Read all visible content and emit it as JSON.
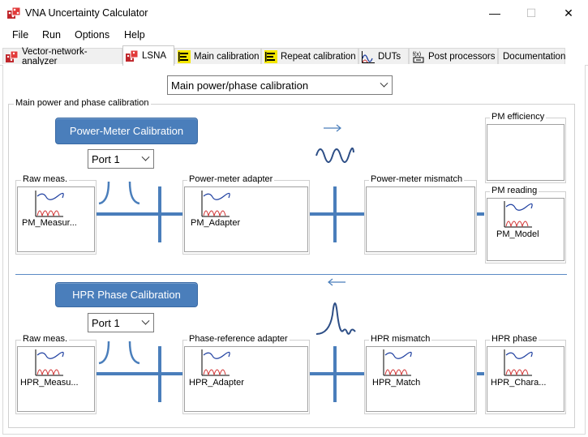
{
  "window": {
    "title": "VNA Uncertainty Calculator",
    "minimize_label": "—",
    "maximize_label": "☐",
    "close_label": "✕"
  },
  "menu": [
    "File",
    "Run",
    "Options",
    "Help"
  ],
  "tabs": [
    {
      "label": "Vector-network-analyzer",
      "icon": "vna-icon",
      "active": false
    },
    {
      "label": "LSNA",
      "icon": "lsna-icon",
      "active": true
    },
    {
      "label": "Main calibration",
      "icon": "calibration-icon",
      "active": false
    },
    {
      "label": "Repeat calibration",
      "icon": "repeat-calibration-icon",
      "active": false
    },
    {
      "label": "DUTs",
      "icon": "dut-icon",
      "active": false
    },
    {
      "label": "Post processors",
      "icon": "post-processor-icon",
      "active": false
    },
    {
      "label": "Documentation",
      "icon": "",
      "active": false
    }
  ],
  "calibration_select": {
    "value": "Main power/phase calibration"
  },
  "group": {
    "label": "Main power and phase calibration"
  },
  "power": {
    "button": "Power-Meter Calibration",
    "port_select": "Port 1",
    "raw": {
      "label": "Raw meas.",
      "card": "PM_Measur..."
    },
    "adapter": {
      "label": "Power-meter adapter",
      "card": "PM_Adapter"
    },
    "mismatch": {
      "label": "Power-meter mismatch"
    },
    "efficiency": {
      "label": "PM efficiency"
    },
    "reading": {
      "label": "PM reading",
      "card": "PM_Model"
    },
    "direction_icon": "arrow-right-icon"
  },
  "phase": {
    "button": "HPR Phase Calibration",
    "port_select": "Port 1",
    "raw": {
      "label": "Raw meas.",
      "card": "HPR_Measu..."
    },
    "adapter": {
      "label": "Phase-reference adapter",
      "card": "HPR_Adapter"
    },
    "mismatch": {
      "label": "HPR mismatch",
      "card": "HPR_Match"
    },
    "phase_box": {
      "label": "HPR phase",
      "card": "HPR_Chara..."
    },
    "direction_icon": "arrow-left-icon"
  },
  "colors": {
    "accent": "#4a7ebb",
    "wave": "#2d4e86",
    "plot_red": "#d03030",
    "plot_blue": "#1e3fa0"
  }
}
